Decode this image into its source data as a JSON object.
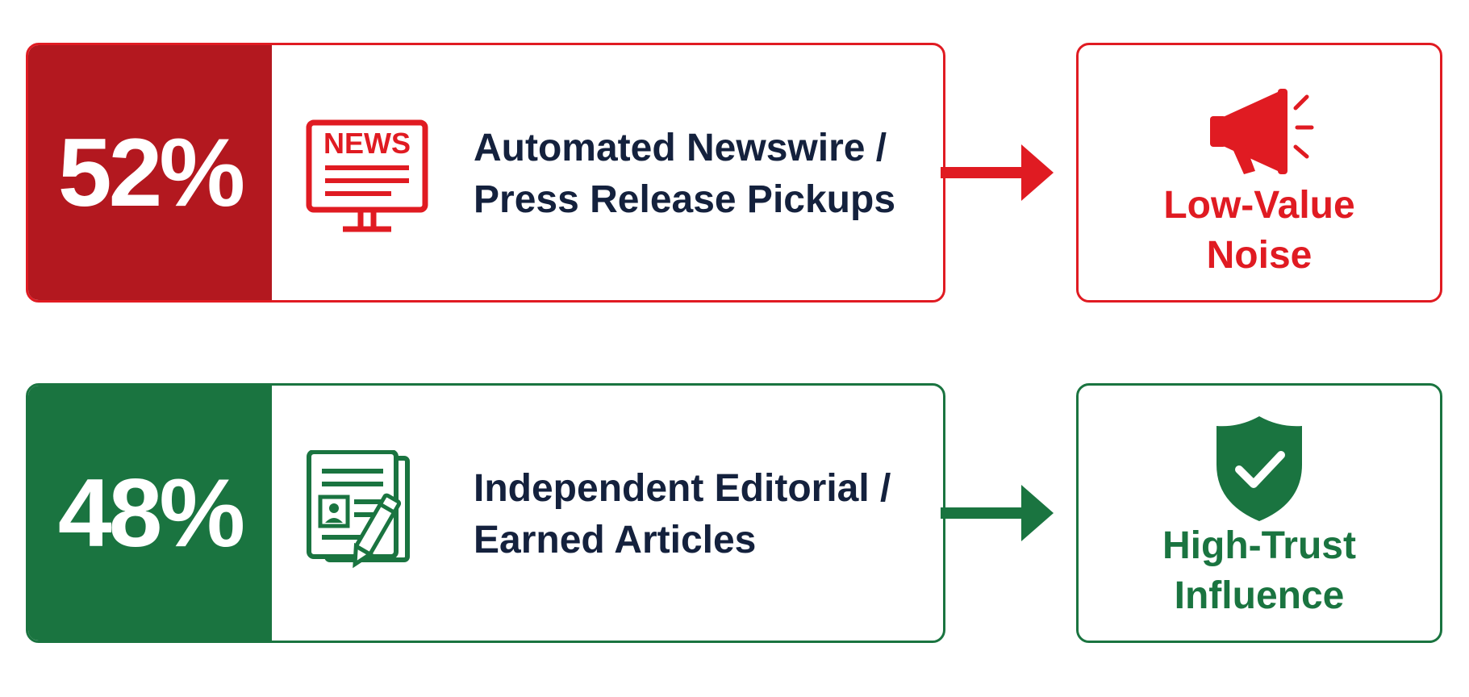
{
  "colors": {
    "red": "#b3181f",
    "red_accent": "#e01b22",
    "green": "#1a7440",
    "green_accent": "#1a7440",
    "label_text": "#14213d"
  },
  "rows": [
    {
      "percent": "52%",
      "icon": "news-monitor-icon",
      "label_line1": "Automated Newswire /",
      "label_line2": "Press Release Pickups",
      "result_icon": "megaphone-icon",
      "result_line1": "Low-Value",
      "result_line2": "Noise",
      "icon_text": "NEWS"
    },
    {
      "percent": "48%",
      "icon": "article-pen-icon",
      "label_line1": "Independent Editorial /",
      "label_line2": "Earned Articles",
      "result_icon": "shield-check-icon",
      "result_line1": "High-Trust",
      "result_line2": "Influence"
    }
  ]
}
